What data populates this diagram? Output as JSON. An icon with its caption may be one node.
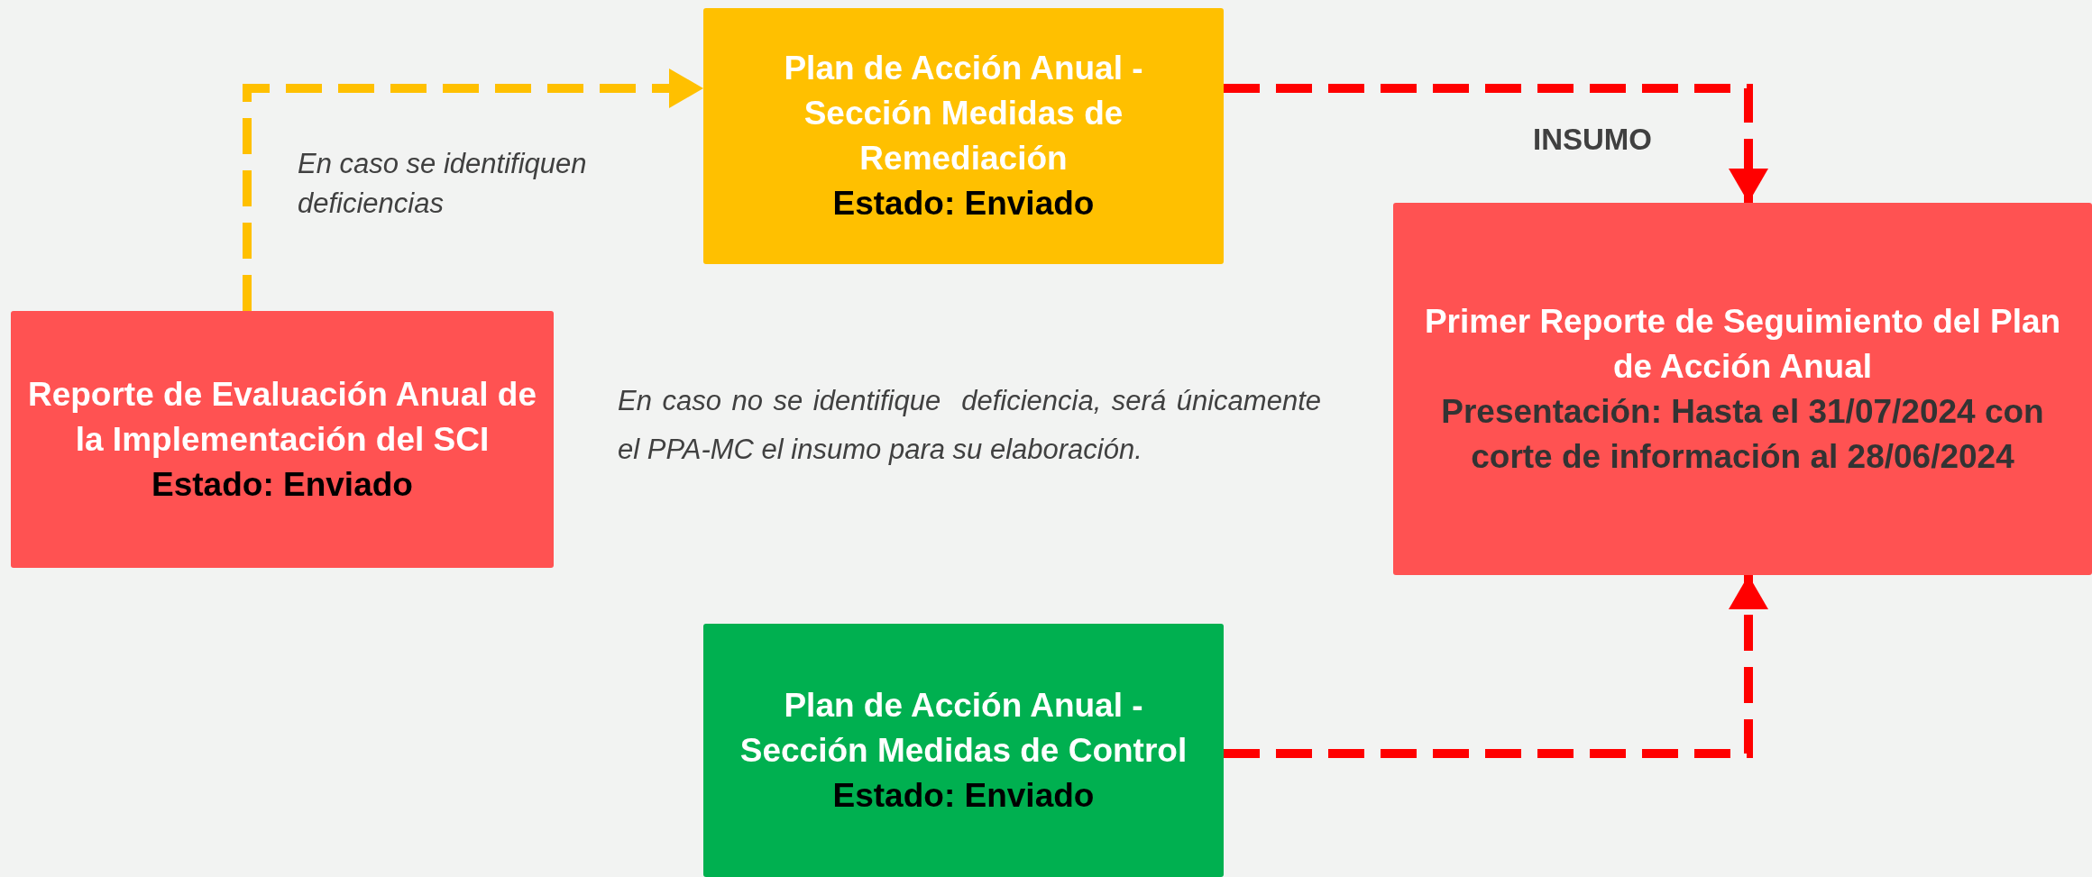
{
  "diagram": {
    "nodes": [
      {
        "text": [
          "Reporte de Evaluación Anual de la Implementación del SCI",
          "Estado: Enviado"
        ]
      },
      {
        "text": [
          "Plan de Acción Anual - Sección Medidas de Remediación",
          "Estado: Enviado"
        ]
      },
      {
        "text": [
          "Primer Reporte de Seguimiento del Plan de Acción Anual",
          "Presentación: Hasta el 31/07/2024 con corte de información al 28/06/2024"
        ]
      },
      {
        "text": [
          "Plan de Acción Anual - Sección Medidas de Control",
          "Estado: Enviado"
        ]
      }
    ],
    "edges": [
      {
        "from": 0,
        "to": 1,
        "arrow": "to",
        "style": "dashed",
        "color": "#ffc000",
        "label": "En caso se identifiquen deficiencias"
      },
      {
        "from": 1,
        "to": 2,
        "arrow": "to",
        "style": "dashed",
        "label": "INSUMO"
      },
      {
        "from": 3,
        "to": 2,
        "arrow": "to",
        "style": "dashed"
      }
    ],
    "labels": [
      "En caso no se identifique  deficiencia, será únicamente el PPA-MC el insumo para su elaboración."
    ]
  }
}
